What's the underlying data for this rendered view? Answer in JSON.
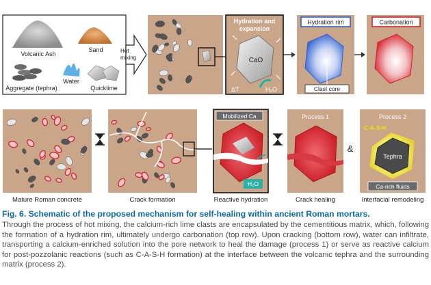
{
  "figure": {
    "top_row": {
      "ingredients": {
        "volcanic_ash": "Volcanic Ash",
        "sand": "Sand",
        "water": "Water",
        "aggregate": "Aggregate (tephra)",
        "quicklime": "Quicklime"
      },
      "hot_mixing": "Hot\nmixing",
      "hydration_panel": {
        "title_line1": "Hydration and",
        "title_line2": "expansion",
        "cao": "CaO",
        "delta_t": "ΔT",
        "h2o": "H₂O"
      },
      "hydration_rim": {
        "title": "Hydration rim",
        "clast_core": "Clast core"
      },
      "carbonation": {
        "title": "Carbonation"
      }
    },
    "bottom_row": {
      "labels": {
        "mature": "Mature Roman concrete",
        "crack": "Crack formation",
        "reactive": "Reactive hydration",
        "healing": "Crack healing",
        "interfacial": "Interfacial remodeling"
      },
      "mobilized_ca": "Mobilized Ca",
      "h2o": "H₂O",
      "process1": "Process 1",
      "process2": "Process 2",
      "csh": "C-A-S-H",
      "tephra": "Tephra",
      "ca_rich_fluids": "Ca-rich fluids",
      "ampersand": "&"
    }
  },
  "caption": {
    "number": "Fig. 6.",
    "title": "Schematic of the proposed mechanism for self-healing within ancient Roman mortars.",
    "body": "Through the process of hot mixing, the calcium-rich lime clasts are encapsulated by the cementitious matrix, which, following the formation of a hydration rim, ultimately undergo carbonation (top row). Upon cracking (bottom row), water can infiltrate, transporting a calcium-enriched solution into the pore network to heal the damage (process 1) or serve as reactive calcium for post-pozzolanic reactions (such as C-A-S-H formation) at the interface between the volcanic tephra and the surrounding matrix (process 2)."
  },
  "colors": {
    "matrix": "#c9a58a",
    "accent_blue": "#0b6aa5",
    "rim_blue": "#2f5fd0",
    "carbonation_red": "#d4202a",
    "csh_yellow": "#f2e600"
  }
}
